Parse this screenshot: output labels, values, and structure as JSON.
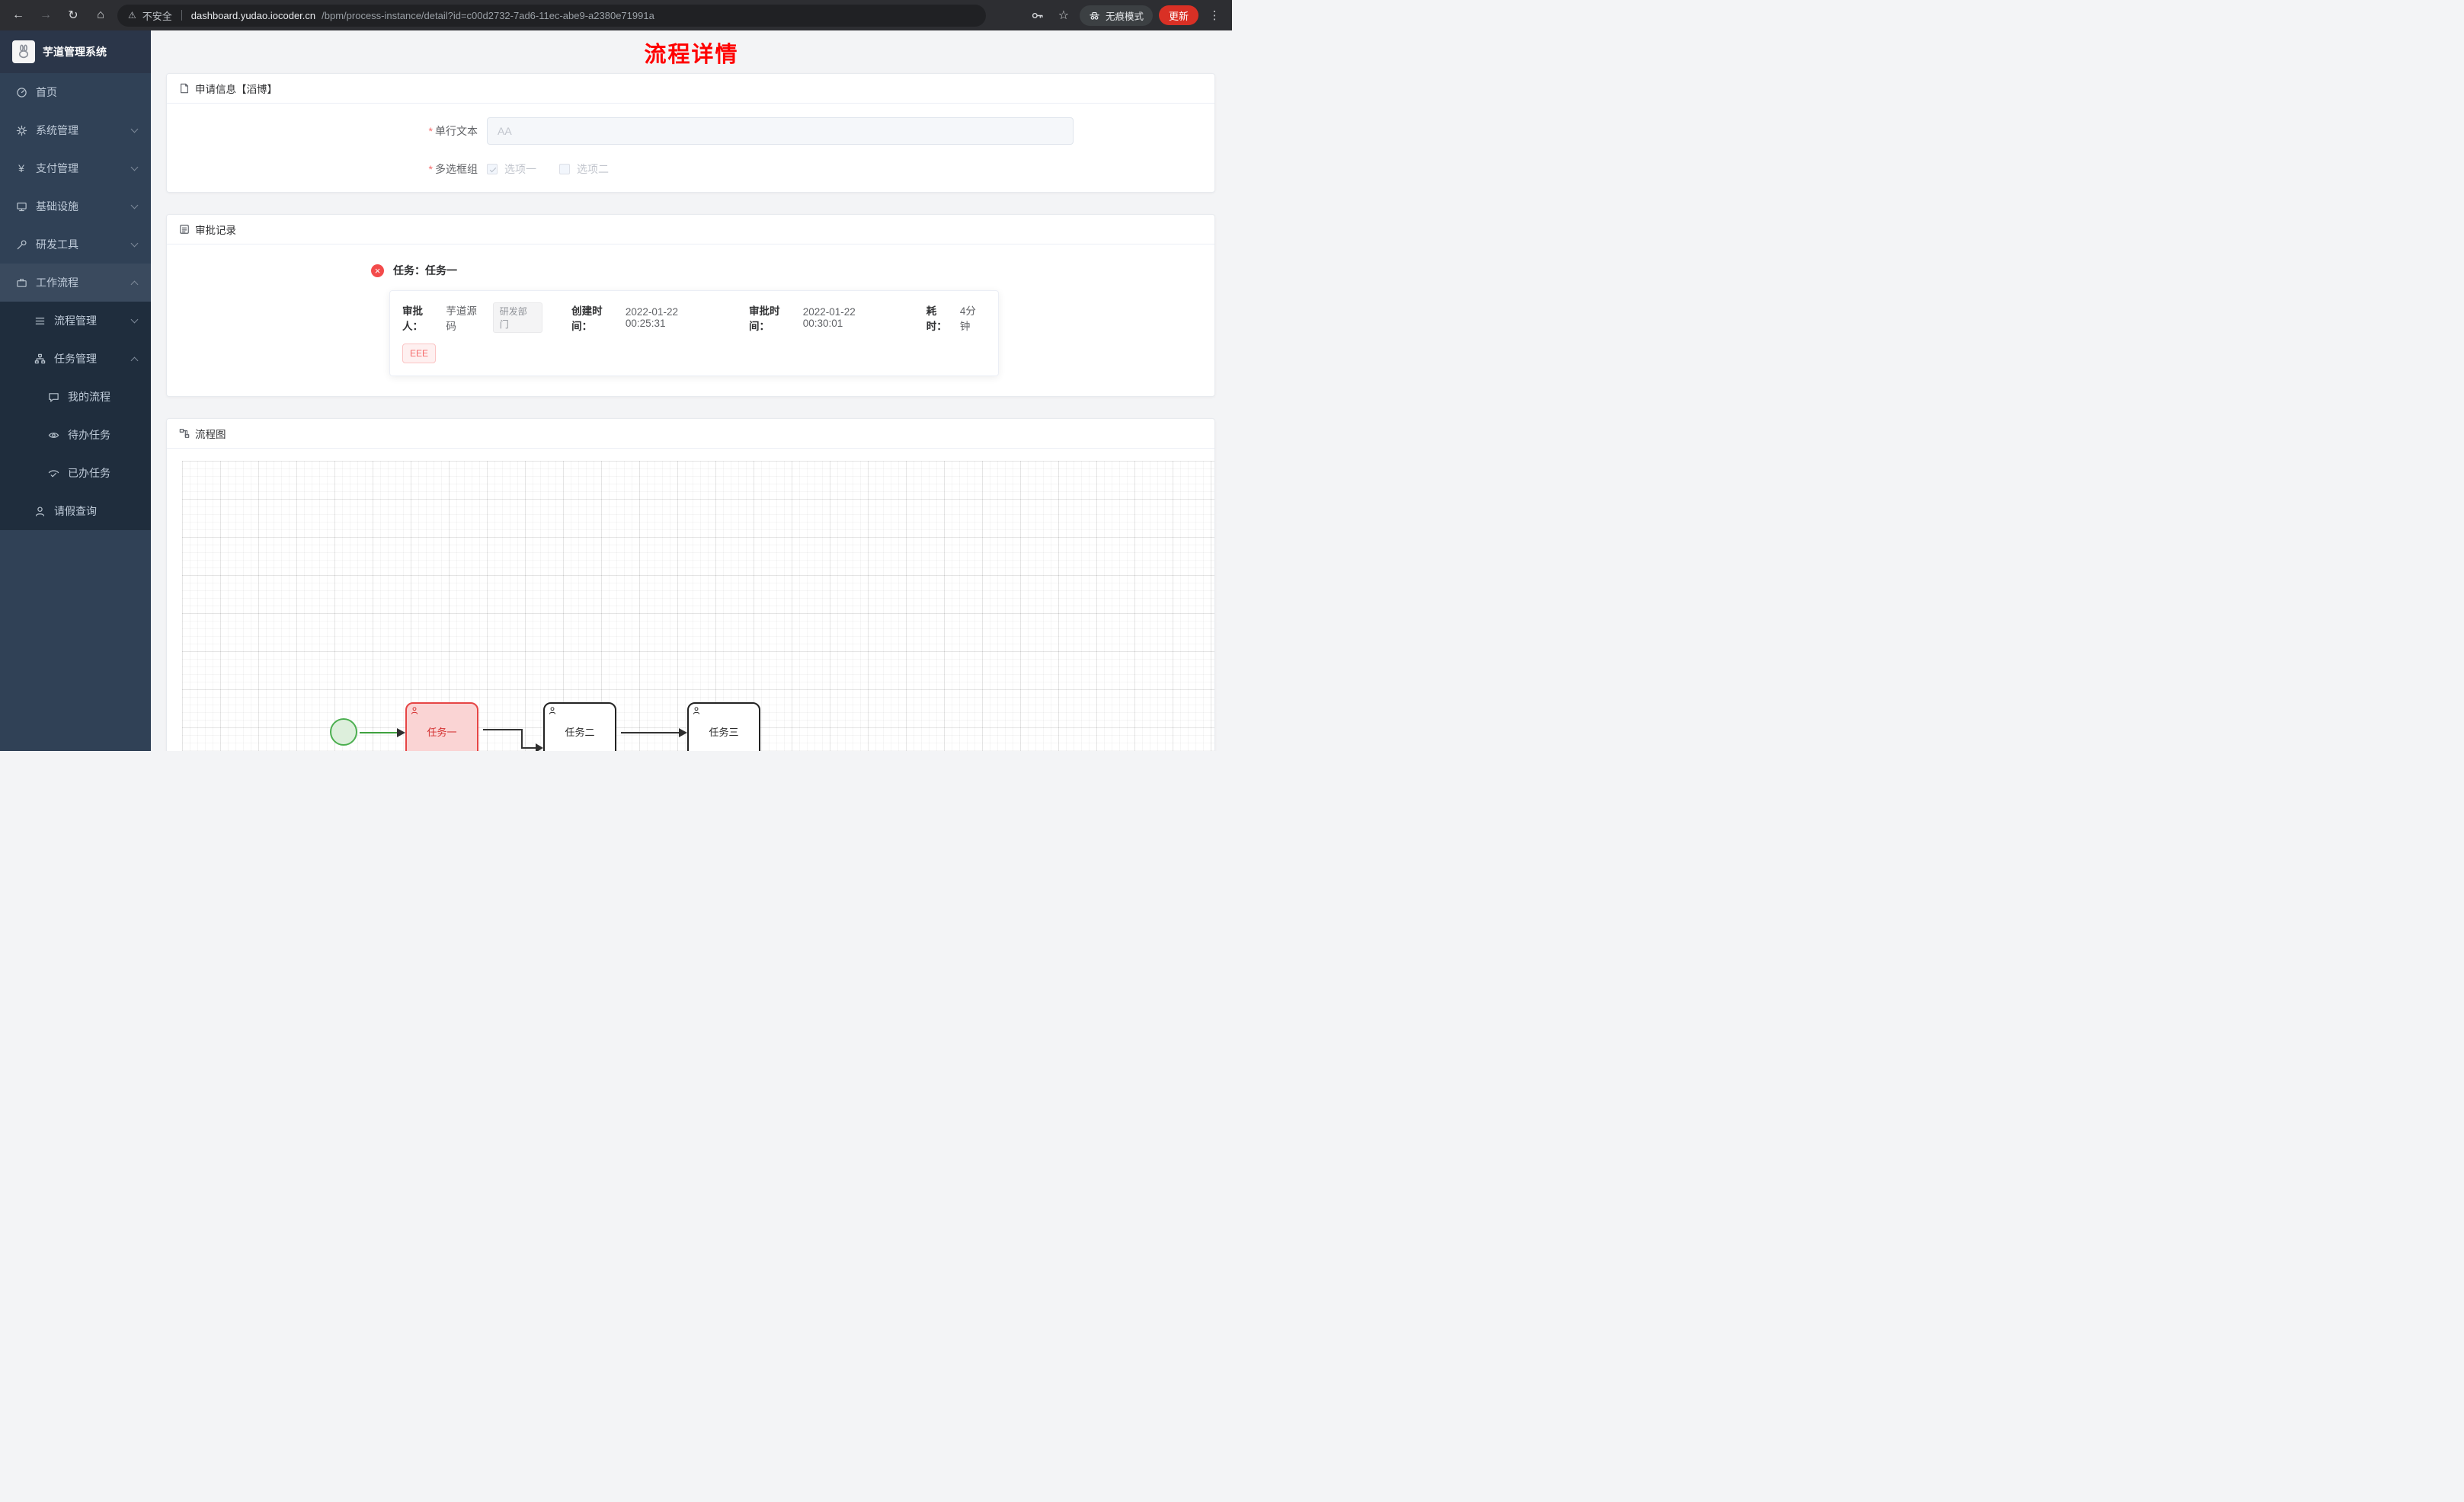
{
  "browser": {
    "security_label": "不安全",
    "url_host": "dashboard.yudao.iocoder.cn",
    "url_path": "/bpm/process-instance/detail?id=c00d2732-7ad6-11ec-abe9-a2380e71991a",
    "incognito_label": "无痕模式",
    "update_label": "更新"
  },
  "icons": {
    "back": "←",
    "forward": "→",
    "refresh": "↻",
    "home": "⌂",
    "warning": "⚠",
    "star": "☆",
    "menu": "⋮",
    "error": "×",
    "yen": "¥"
  },
  "sidebar": {
    "app_title": "芋道管理系统",
    "items": [
      {
        "label": "首页",
        "icon": "dashboard-icon"
      },
      {
        "label": "系统管理",
        "icon": "gear-icon"
      },
      {
        "label": "支付管理",
        "icon": "yen-icon"
      },
      {
        "label": "基础设施",
        "icon": "monitor-icon"
      },
      {
        "label": "研发工具",
        "icon": "tool-icon"
      },
      {
        "label": "工作流程",
        "icon": "workflow-icon",
        "expanded": true
      },
      {
        "label": "流程管理",
        "icon": "list-icon"
      },
      {
        "label": "任务管理",
        "icon": "tree-icon",
        "expanded": true
      },
      {
        "label": "我的流程",
        "icon": "chat-icon"
      },
      {
        "label": "待办任务",
        "icon": "eye-icon"
      },
      {
        "label": "已办任务",
        "icon": "eye-check-icon"
      },
      {
        "label": "请假查询",
        "icon": "user-icon"
      }
    ]
  },
  "page": {
    "title": "流程详情",
    "required_marker": "*",
    "apply_card": {
      "header": "申请信息【滔博】",
      "text_field_label": "单行文本",
      "text_field_placeholder": "AA",
      "checkbox_group_label": "多选框组",
      "option1": "选项一",
      "option1_checked": true,
      "option2": "选项二",
      "option2_checked": false
    },
    "approval_card": {
      "header": "审批记录",
      "task_title": "任务：任务一",
      "approver_label": "审批人：",
      "approver": "芋道源码",
      "dept_tag": "研发部门",
      "created_label": "创建时间：",
      "created_time": "2022-01-22 00:25:31",
      "approved_label": "审批时间：",
      "approved_time": "2022-01-22 00:30:01",
      "duration_label": "耗时：",
      "duration": "4分钟",
      "comment_tag": "EEE"
    },
    "diagram_card": {
      "header": "流程图",
      "tasks": [
        {
          "label": "任务一",
          "state": "active"
        },
        {
          "label": "任务二",
          "state": "pending"
        },
        {
          "label": "任务三",
          "state": "pending"
        }
      ]
    }
  },
  "colors": {
    "sidebar_bg": "#304156",
    "submenu_bg": "#1f2d3d",
    "title_red": "#ff0000",
    "active_task_red": "#e64545",
    "start_event_green": "#4caf50",
    "danger_tag_text": "#f56c6c",
    "danger_tag_bg": "#fef0f0"
  }
}
